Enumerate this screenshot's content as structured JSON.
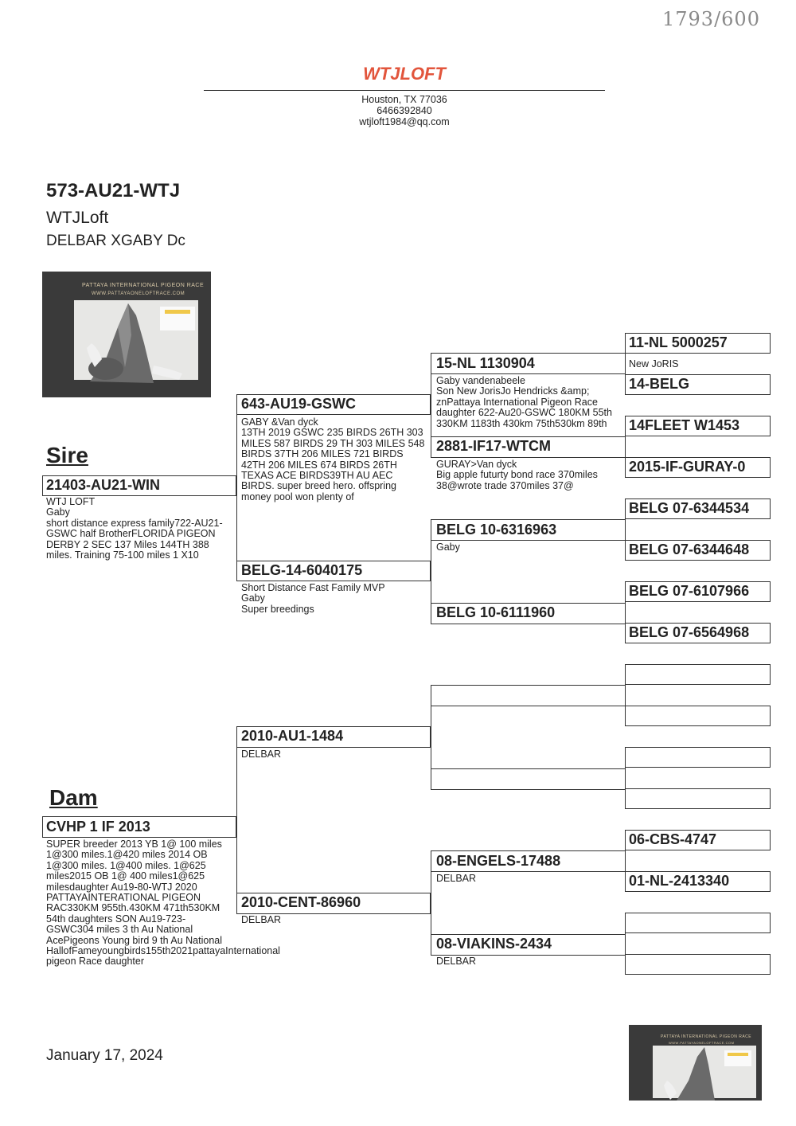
{
  "handwritten_note": "1793/600",
  "header": {
    "title": "WTJLOFT",
    "address": "Houston, TX 77036",
    "phone": "6466392840",
    "email": "wtjloft1984@qq.com"
  },
  "subject": {
    "ring": "573-AU21-WTJ",
    "loft": "WTJLoft",
    "strain": "DELBAR XGABY  Dc"
  },
  "photo": {
    "banner": "PATTAYA INTERNATIONAL PIGEON RACE",
    "url": "WWW.PATTAYAONELOFTRACE.COM"
  },
  "sire": {
    "heading": "Sire",
    "ring": "21403-AU21-WIN",
    "info": "WTJ LOFT\nGaby\nshort distance express family722-AU21-GSWC half BrotherFLORIDA PIGEON DERBY 2 SEC 137 Miles 144TH 388 miles. Training 75-100 miles 1 X10"
  },
  "dam": {
    "heading": "Dam",
    "ring": "CVHP 1 IF 2013",
    "info": "SUPER breeder 2013 YB 1@ 100 miles 1@300 miles.1@420 miles 2014 OB 1@300 miles. 1@400 miles. 1@625 miles2015 OB 1@ 400 miles1@625 milesdaughter Au19-80-WTJ 2020 PATTAYAINTERATIONAL PIGEON RAC330KM 955th.430KM 471th530KM 54th daughters SON Au19-723-GSWC304 miles 3 th Au National AcePigeons Young bird 9 th Au National HallofFameyoungbirds155th2021pattayaInternational pigeon Race daughter"
  },
  "gen2": [
    {
      "ring": "643-AU19-GSWC",
      "info": "GABY &Van dyck\n13TH 2019 GSWC 235 BIRDS 26TH 303 MILES 587 BIRDS 29 TH 303 MILES 548 BIRDS 37TH 206 MILES 721 BIRDS 42TH 206 MILES 674 BIRDS  26TH TEXAS ACE BIRDS39TH AU AEC BIRDS. super breed hero. offspring money pool won plenty of"
    },
    {
      "ring": "BELG-14-6040175",
      "info": "Short Distance Fast Family MVP\nGaby\nSuper breedings"
    },
    {
      "ring": "2010-AU1-1484",
      "info": "DELBAR"
    },
    {
      "ring": "2010-CENT-86960",
      "info": "DELBAR"
    }
  ],
  "gen3": [
    {
      "ring": "15-NL 1130904",
      "info": "Gaby vandenabeele\nSon New JorisJo Hendricks &amp; znPattaya International Pigeon Race daughter 622-Au20-GSWC 180KM 55th 330KM 1183th 430km 75th530km 89th"
    },
    {
      "ring": "2881-IF17-WTCM",
      "info": "GURAY>Van dyck\nBig apple futurty bond race 370miles 38@wrote trade 370miles 37@"
    },
    {
      "ring": "BELG 10-6316963",
      "info": "Gaby"
    },
    {
      "ring": "BELG 10-6111960",
      "info": ""
    },
    {
      "ring": "",
      "info": ""
    },
    {
      "ring": "",
      "info": ""
    },
    {
      "ring": "08-ENGELS-17488",
      "info": "DELBAR"
    },
    {
      "ring": "08-VIAKINS-2434",
      "info": "DELBAR"
    }
  ],
  "gen4": [
    {
      "ring": "11-NL 5000257",
      "info": "New JoRIS"
    },
    {
      "ring": "14-BELG",
      "info": ""
    },
    {
      "ring": "14FLEET W1453",
      "info": ""
    },
    {
      "ring": "2015-IF-GURAY-0",
      "info": ""
    },
    {
      "ring": "BELG 07-6344534",
      "info": ""
    },
    {
      "ring": "BELG 07-6344648",
      "info": ""
    },
    {
      "ring": "BELG 07-6107966",
      "info": ""
    },
    {
      "ring": "BELG 07-6564968",
      "info": ""
    },
    {
      "ring": "",
      "info": ""
    },
    {
      "ring": "",
      "info": ""
    },
    {
      "ring": "",
      "info": ""
    },
    {
      "ring": "",
      "info": ""
    },
    {
      "ring": "06-CBS-4747",
      "info": ""
    },
    {
      "ring": "01-NL-2413340",
      "info": ""
    },
    {
      "ring": "",
      "info": ""
    },
    {
      "ring": "",
      "info": ""
    }
  ],
  "footer": {
    "date": "January 17, 2024"
  }
}
